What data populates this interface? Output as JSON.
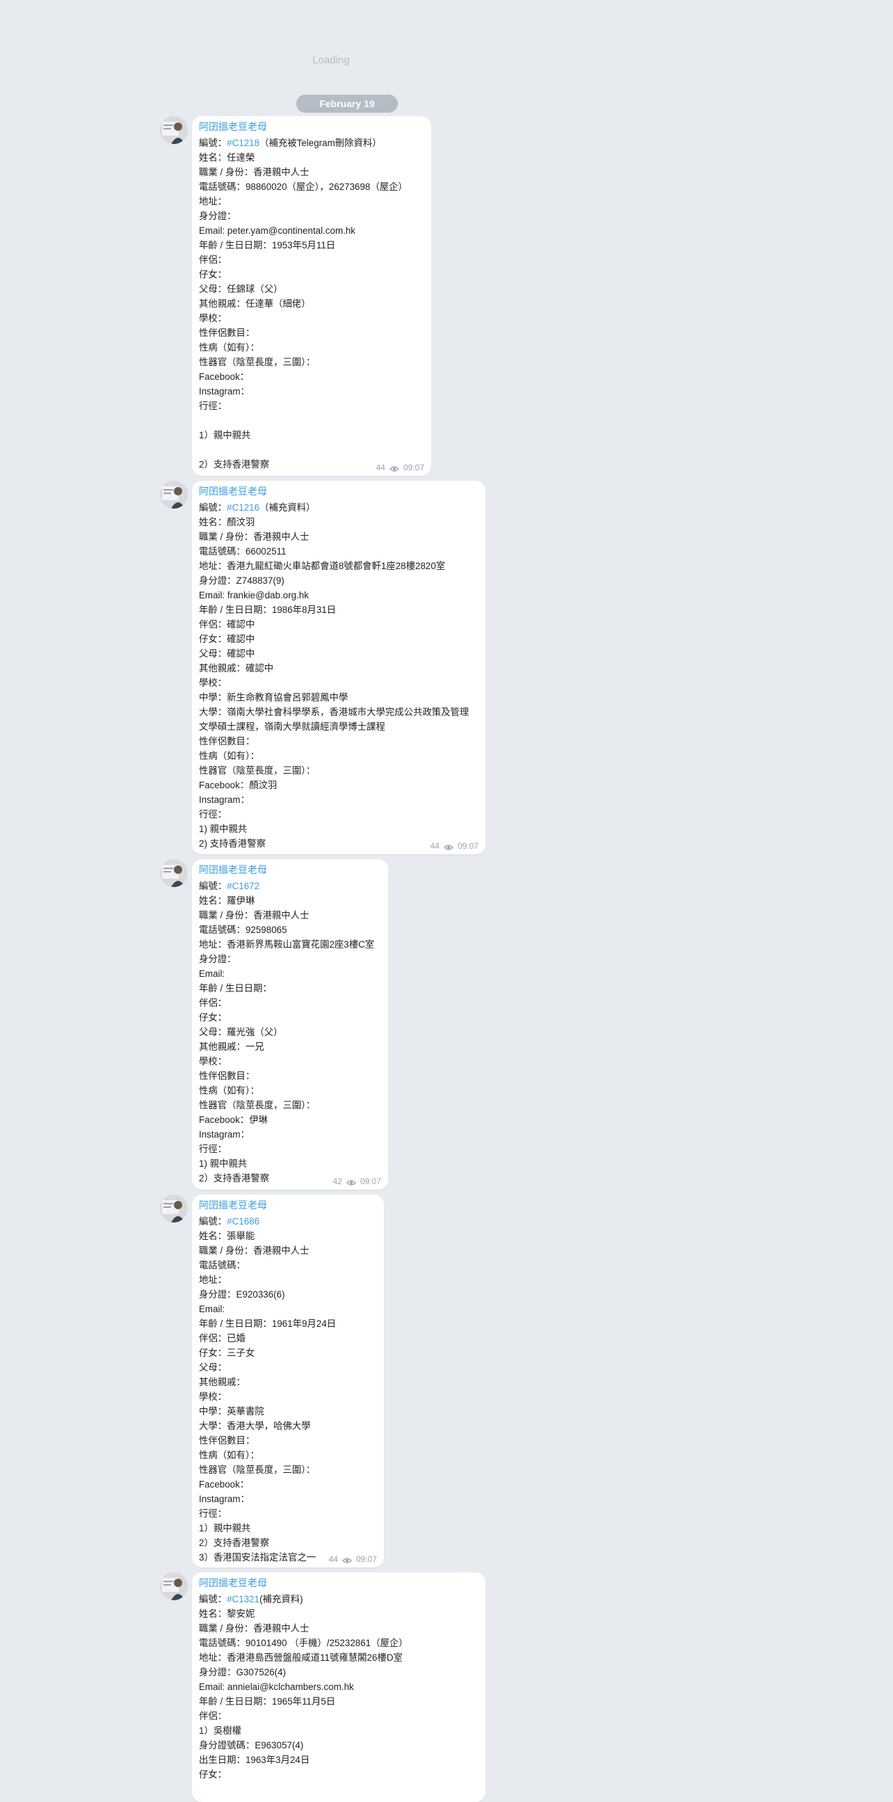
{
  "loading_text": "Loading",
  "date_label": "February 19",
  "colors": {
    "background": "#e7ebf0",
    "accent": "#3a9ee0",
    "bubble": "#ffffff"
  },
  "messages": [
    {
      "sender": "阿囝搵老豆老母",
      "views": "44",
      "time": "09:07",
      "lines": [
        {
          "pre": "編號：",
          "tag": "#C1218",
          "post": "（補充被Telegram刪除資料）"
        },
        {
          "pre": "姓名：任達榮"
        },
        {
          "pre": "職業 / 身份：香港親中人士"
        },
        {
          "pre": "電話號碼：98860020（屋企），26273698（屋企）"
        },
        {
          "pre": "地址："
        },
        {
          "pre": "身分證："
        },
        {
          "pre": "Email: peter.yam@continental.com.hk"
        },
        {
          "pre": "年齡 / 生日日期：1953年5月11日"
        },
        {
          "pre": "伴侶："
        },
        {
          "pre": "仔女："
        },
        {
          "pre": "父母：任錦球（父）"
        },
        {
          "pre": "其他親戚：任達華（細佬）"
        },
        {
          "pre": "學校："
        },
        {
          "pre": "性伴侶數目："
        },
        {
          "pre": "性病（如有）："
        },
        {
          "pre": "性器官（陰莖長度，三圍）："
        },
        {
          "pre": "Facebook："
        },
        {
          "pre": "Instagram："
        },
        {
          "pre": "行徑："
        },
        {
          "pre": ""
        },
        {
          "pre": "1）親中親共"
        },
        {
          "pre": ""
        },
        {
          "pre": "2）支持香港警察"
        }
      ]
    },
    {
      "sender": "阿囝搵老豆老母",
      "views": "44",
      "time": "09:07",
      "lines": [
        {
          "pre": "編號：",
          "tag": "#C1216",
          "post": "（補充資料）"
        },
        {
          "pre": "姓名：顏汶羽"
        },
        {
          "pre": "職業 / 身份：香港親中人士"
        },
        {
          "pre": "電話號碼：66002511"
        },
        {
          "pre": "地址：香港九龍紅磡火車站都會道8號都會軒1座28樓2820室"
        },
        {
          "pre": "身分證：Z748837(9)"
        },
        {
          "pre": "Email: frankie@dab.org.hk"
        },
        {
          "pre": "年齡 / 生日日期：1986年8月31日"
        },
        {
          "pre": "伴侶：確認中"
        },
        {
          "pre": "仔女：確認中"
        },
        {
          "pre": "父母：確認中"
        },
        {
          "pre": "其他親戚：確認中"
        },
        {
          "pre": "學校："
        },
        {
          "pre": "中學：新生命教育協會呂郭碧鳳中學"
        },
        {
          "pre": "大學：嶺南大學社會科學學系，香港城市大學完成公共政策及管理"
        },
        {
          "pre": "文學碩士課程，嶺南大學就讀經濟學博士課程"
        },
        {
          "pre": "性伴侶數目："
        },
        {
          "pre": "性病（如有）："
        },
        {
          "pre": "性器官（陰莖長度，三圍）："
        },
        {
          "pre": "Facebook：顏汶羽"
        },
        {
          "pre": "Instagram："
        },
        {
          "pre": "行徑："
        },
        {
          "pre": "1) 親中親共"
        },
        {
          "pre": "2) 支持香港警察"
        }
      ]
    },
    {
      "sender": "阿囝搵老豆老母",
      "views": "42",
      "time": "09:07",
      "lines": [
        {
          "pre": "編號：",
          "tag": "#C1672",
          "post": ""
        },
        {
          "pre": "姓名：羅伊琳"
        },
        {
          "pre": "職業 / 身份：香港親中人士"
        },
        {
          "pre": "電話號碼：92598065"
        },
        {
          "pre": "地址：香港新界馬鞍山富寶花園2座3樓C室"
        },
        {
          "pre": "身分證："
        },
        {
          "pre": "Email:"
        },
        {
          "pre": "年齡 / 生日日期："
        },
        {
          "pre": "伴侶："
        },
        {
          "pre": "仔女："
        },
        {
          "pre": "父母：羅光強（父）"
        },
        {
          "pre": "其他親戚：一兄"
        },
        {
          "pre": "學校："
        },
        {
          "pre": "性伴侶數目："
        },
        {
          "pre": "性病（如有）："
        },
        {
          "pre": "性器官（陰莖長度，三圍）："
        },
        {
          "pre": "Facebook：伊琳"
        },
        {
          "pre": "Instagram："
        },
        {
          "pre": "行徑："
        },
        {
          "pre": "1) 親中親共"
        },
        {
          "pre": "2）支持香港警察"
        }
      ]
    },
    {
      "sender": "阿囝搵老豆老母",
      "views": "44",
      "time": "09:07",
      "lines": [
        {
          "pre": "編號：",
          "tag": "#C1686",
          "post": ""
        },
        {
          "pre": "姓名：張舉能"
        },
        {
          "pre": "職業 / 身份：香港親中人士"
        },
        {
          "pre": "電話號碼："
        },
        {
          "pre": "地址："
        },
        {
          "pre": "身分證：E920336(6)"
        },
        {
          "pre": "Email:"
        },
        {
          "pre": "年齡 / 生日日期：1961年9月24日"
        },
        {
          "pre": "伴侶：已婚"
        },
        {
          "pre": "仔女：三子女"
        },
        {
          "pre": "父母："
        },
        {
          "pre": "其他親戚："
        },
        {
          "pre": "學校："
        },
        {
          "pre": "中學：英華書院"
        },
        {
          "pre": "大學：香港大學，哈佛大學"
        },
        {
          "pre": "性伴侶數目："
        },
        {
          "pre": "性病（如有）："
        },
        {
          "pre": "性器官（陰莖長度，三圍）："
        },
        {
          "pre": "Facebook："
        },
        {
          "pre": "Instagram："
        },
        {
          "pre": "行徑："
        },
        {
          "pre": "1）親中親共"
        },
        {
          "pre": "2）支持香港警察"
        },
        {
          "pre": "3）香港国安法指定法官之一"
        }
      ]
    },
    {
      "sender": "阿囝搵老豆老母",
      "views": "",
      "time": "",
      "lines": [
        {
          "pre": "編號：",
          "tag": "#C1321",
          "post": "(補充資料)"
        },
        {
          "pre": "姓名：黎安妮"
        },
        {
          "pre": "職業 / 身份：香港親中人士"
        },
        {
          "pre": "電話號碼：90101490 （手機）/25232861（屋企）"
        },
        {
          "pre": "地址：香港港島西營盤般咸道11號雍慧閣26樓D室"
        },
        {
          "pre": "身分證：G307526(4)"
        },
        {
          "pre": "Email: annielai@kclchambers.com.hk"
        },
        {
          "pre": "年齡 / 生日日期：1965年11月5日"
        },
        {
          "pre": "伴侶："
        },
        {
          "pre": "1）吳樹權"
        },
        {
          "pre": "身分證號碼：E963057(4)"
        },
        {
          "pre": "出生日期：1963年3月24日"
        },
        {
          "pre": "仔女："
        }
      ]
    }
  ]
}
